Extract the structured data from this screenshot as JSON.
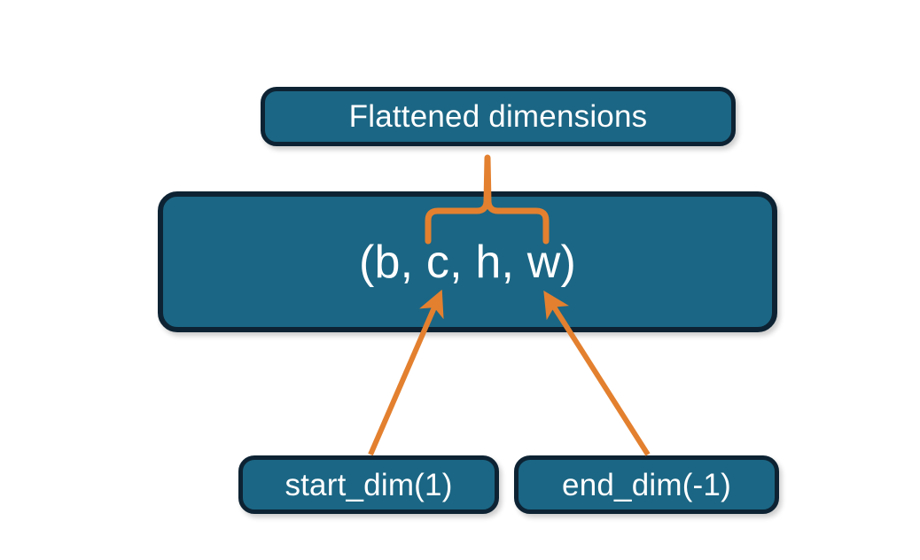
{
  "diagram": {
    "title": "Flatten dimensions diagram",
    "background_color": "#ffffff",
    "node_fill_color": "#1b6684",
    "node_border_color": "#0d2333",
    "node_text_color": "#ffffff",
    "connector_color": "#e3802f",
    "nodes": {
      "flattened": {
        "label": "Flattened dimensions"
      },
      "dims": {
        "label": "(b, c, h, w)"
      },
      "start_dim": {
        "label": "start_dim(1)"
      },
      "end_dim": {
        "label": "end_dim(-1)"
      }
    },
    "connectors": {
      "brace": {
        "name": "flattened-range-brace",
        "spans_label": "c, h, w",
        "points_to": "Flattened dimensions"
      },
      "arrow_start": {
        "name": "start-dim-arrow",
        "from": "start_dim(1)",
        "to": "c"
      },
      "arrow_end": {
        "name": "end-dim-arrow",
        "from": "end_dim(-1)",
        "to": "w"
      }
    }
  }
}
